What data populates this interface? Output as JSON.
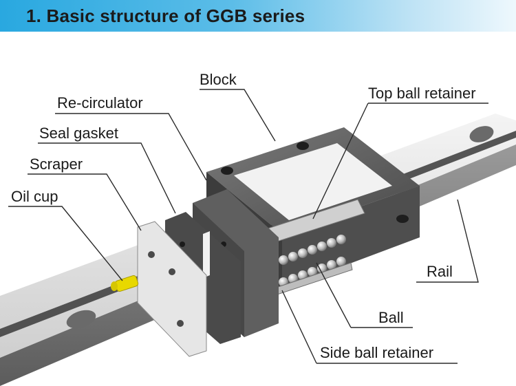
{
  "header": {
    "title": "1. Basic structure of GGB series"
  },
  "labels": {
    "block": "Block",
    "recirculator": "Re-circulator",
    "top_ball_retainer": "Top ball retainer",
    "seal_gasket": "Seal gasket",
    "scraper": "Scraper",
    "oil_cup": "Oil cup",
    "rail": "Rail",
    "ball": "Ball",
    "side_ball_retainer": "Side ball retainer"
  },
  "colors": {
    "header_start": "#29a8e0",
    "header_end": "#eef8fd",
    "block": "#5a5a5a",
    "rail": "#d8d8d8",
    "oil_cup": "#e8d800"
  }
}
